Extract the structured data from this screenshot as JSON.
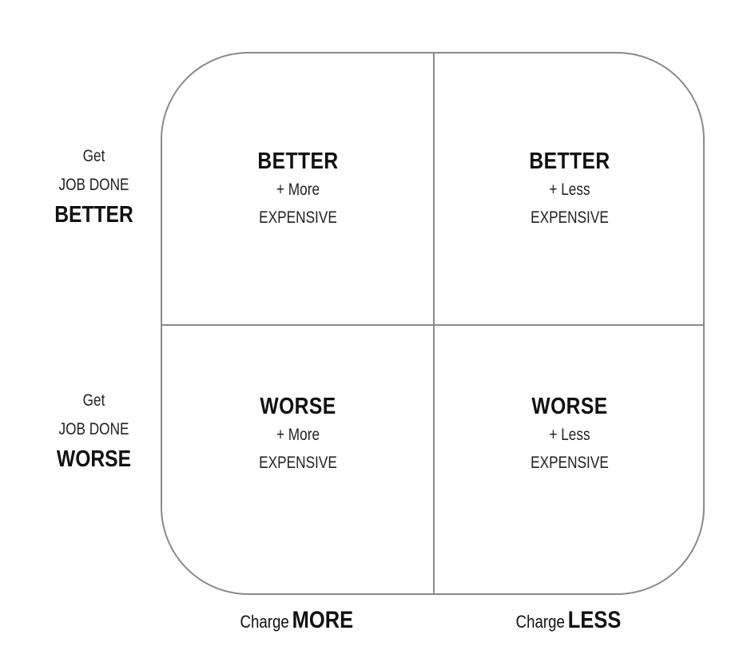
{
  "rows": [
    {
      "line1": "Get",
      "line2": "JOB DONE",
      "emphasis": "BETTER"
    },
    {
      "line1": "Get",
      "line2": "JOB DONE",
      "emphasis": "WORSE"
    }
  ],
  "columns": [
    {
      "prefix": "Charge",
      "emphasis": "MORE"
    },
    {
      "prefix": "Charge",
      "emphasis": "LESS"
    }
  ],
  "quadrants": {
    "top_left": {
      "title": "BETTER",
      "line1": "+ More",
      "line2": "EXPENSIVE"
    },
    "top_right": {
      "title": "BETTER",
      "line1": "+ Less",
      "line2": "EXPENSIVE"
    },
    "bottom_left": {
      "title": "WORSE",
      "line1": "+ More",
      "line2": "EXPENSIVE"
    },
    "bottom_right": {
      "title": "WORSE",
      "line1": "+ Less",
      "line2": "EXPENSIVE"
    }
  },
  "colors": {
    "border": "#8a8a8a",
    "text": "#111111",
    "background": "#ffffff"
  }
}
